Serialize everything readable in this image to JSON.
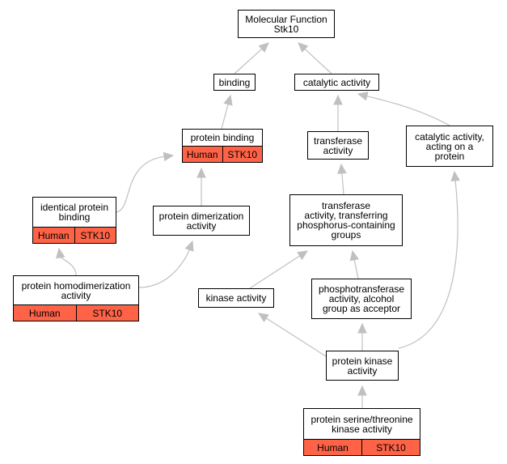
{
  "colors": {
    "edge": "#c0c0c0",
    "annotation": "#ff6347",
    "border": "#000000",
    "background": "#ffffff"
  },
  "nodes": [
    {
      "id": "mf",
      "label": "Molecular Function\nStk10",
      "annotation": null
    },
    {
      "id": "binding",
      "label": "binding",
      "annotation": null
    },
    {
      "id": "catalytic",
      "label": "catalytic activity",
      "annotation": null
    },
    {
      "id": "protein_binding",
      "label": "protein binding",
      "annotation": [
        "Human",
        "STK10"
      ]
    },
    {
      "id": "transferase",
      "label": "transferase\nactivity",
      "annotation": null
    },
    {
      "id": "catalytic_protein",
      "label": "catalytic activity,\nacting on a\nprotein",
      "annotation": null
    },
    {
      "id": "identical",
      "label": "identical protein\nbinding",
      "annotation": [
        "Human",
        "STK10"
      ]
    },
    {
      "id": "dimerization",
      "label": "protein dimerization\nactivity",
      "annotation": null
    },
    {
      "id": "transferase_phos",
      "label": "transferase\nactivity, transferring\nphosphorus-containing\ngroups",
      "annotation": null
    },
    {
      "id": "homodimer",
      "label": "protein homodimerization\nactivity",
      "annotation": [
        "Human",
        "STK10"
      ]
    },
    {
      "id": "kinase",
      "label": "kinase activity",
      "annotation": null
    },
    {
      "id": "phosphotransferase",
      "label": "phosphotransferase\nactivity, alcohol\ngroup as acceptor",
      "annotation": null
    },
    {
      "id": "protein_kinase",
      "label": "protein kinase\nactivity",
      "annotation": null
    },
    {
      "id": "ser_thr",
      "label": "protein serine/threonine\nkinase activity",
      "annotation": [
        "Human",
        "STK10"
      ]
    }
  ],
  "edges": [
    {
      "from": "binding",
      "to": "mf"
    },
    {
      "from": "catalytic",
      "to": "mf"
    },
    {
      "from": "protein_binding",
      "to": "binding"
    },
    {
      "from": "transferase",
      "to": "catalytic"
    },
    {
      "from": "catalytic_protein",
      "to": "catalytic"
    },
    {
      "from": "identical",
      "to": "protein_binding"
    },
    {
      "from": "dimerization",
      "to": "protein_binding"
    },
    {
      "from": "transferase_phos",
      "to": "transferase"
    },
    {
      "from": "homodimer",
      "to": "identical"
    },
    {
      "from": "homodimer",
      "to": "dimerization"
    },
    {
      "from": "kinase",
      "to": "transferase_phos"
    },
    {
      "from": "phosphotransferase",
      "to": "transferase_phos"
    },
    {
      "from": "protein_kinase",
      "to": "kinase"
    },
    {
      "from": "protein_kinase",
      "to": "phosphotransferase"
    },
    {
      "from": "protein_kinase",
      "to": "catalytic_protein"
    },
    {
      "from": "ser_thr",
      "to": "protein_kinase"
    }
  ]
}
